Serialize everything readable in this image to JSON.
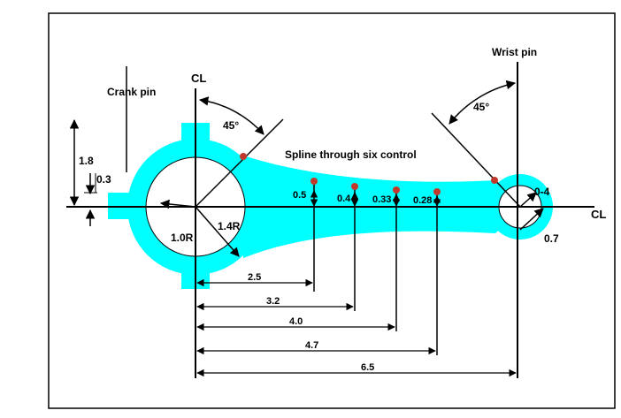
{
  "colors": {
    "part_fill": "#00ffff",
    "line": "#000000",
    "control_point": "#c0392b",
    "background": "#ffffff"
  },
  "labels": {
    "crank_pin": "Crank pin",
    "wrist_pin": "Wrist pin",
    "spline_note": "Spline through six control",
    "centerline_left": "CL",
    "centerline_right": "CL",
    "angle_left": "45°",
    "angle_right": "45°",
    "crank_height": "1.8",
    "crank_offset": "0.3",
    "inner_radius": "1.0R",
    "outer_radius": "1.4R",
    "wrist_inner": "0-4",
    "wrist_outer": "0.7"
  },
  "spline_heights": [
    "0.5",
    "0.4",
    "0.33",
    "0.28"
  ],
  "stations": [
    "2.5",
    "3.2",
    "4.0",
    "4.7",
    "6.5"
  ]
}
